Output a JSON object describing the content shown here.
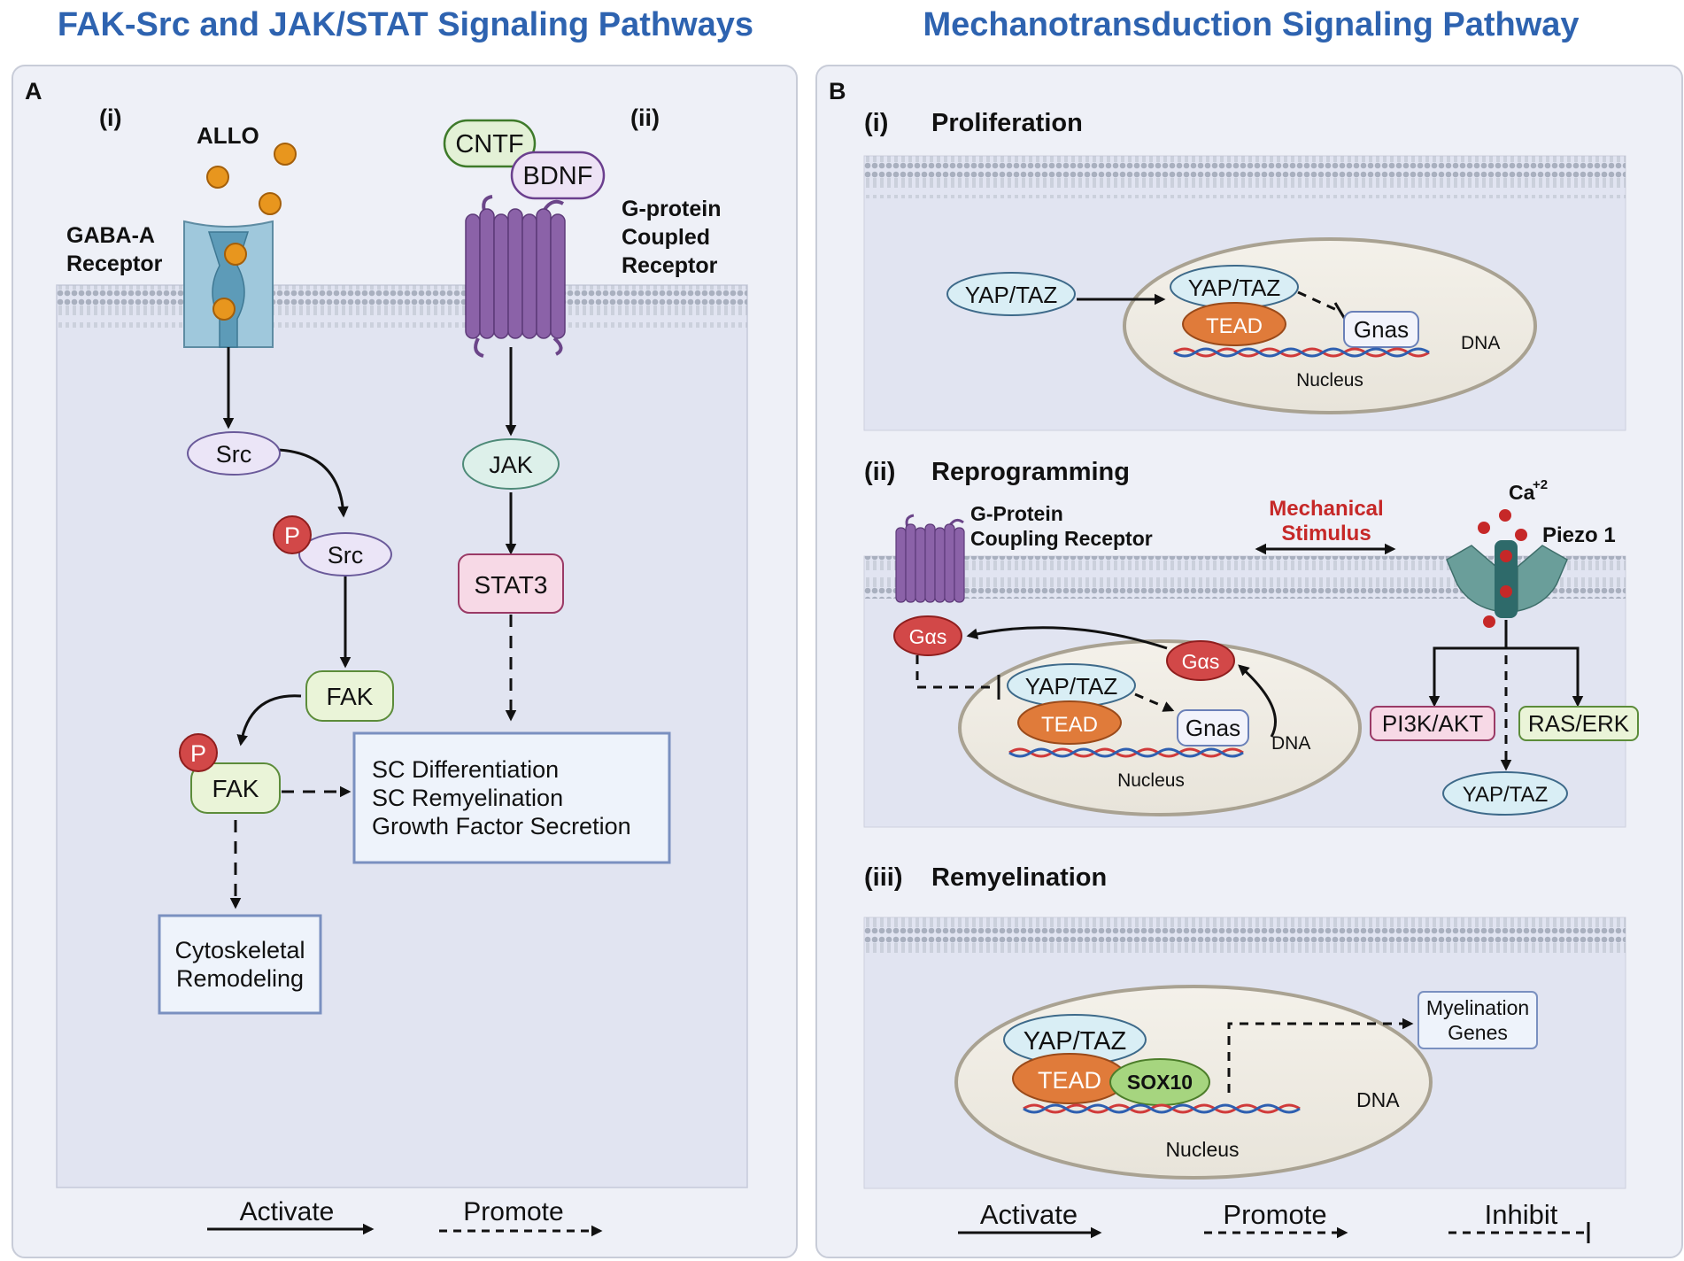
{
  "titles": {
    "left": "FAK-Src and JAK/STAT Signaling Pathways",
    "right": "Mechanotransduction Signaling Pathway"
  },
  "panel_a": {
    "letter": "A",
    "sub_i": "(i)",
    "sub_ii": "(ii)",
    "allo": "ALLO",
    "gaba_line1": "GABA-A",
    "gaba_line2": "Receptor",
    "cntf": "CNTF",
    "bdnf": "BDNF",
    "gpcr_line1": "G-protein",
    "gpcr_line2": "Coupled",
    "gpcr_line3": "Receptor",
    "src": "Src",
    "src_p": "Src",
    "p_mark": "P",
    "fak": "FAK",
    "fak_p": "FAK",
    "jak": "JAK",
    "stat3": "STAT3",
    "outcome_line1": "SC Differentiation",
    "outcome_line2": "SC Remyelination",
    "outcome_line3": "Growth Factor Secretion",
    "cyto_line1": "Cytoskeletal",
    "cyto_line2": "Remodeling"
  },
  "panel_b": {
    "letter": "B",
    "prolif": {
      "sub": "(i)",
      "title": "Proliferation",
      "yap_out": "YAP/TAZ",
      "yap_in": "YAP/TAZ",
      "tead": "TEAD",
      "gnas": "Gnas",
      "dna": "DNA",
      "nucleus": "Nucleus"
    },
    "reprog": {
      "sub": "(ii)",
      "title": "Reprogramming",
      "gpcr_line1": "G-Protein",
      "gpcr_line2": "Coupling Receptor",
      "mech_line1": "Mechanical",
      "mech_line2": "Stimulus",
      "ca": "Ca",
      "ca_sup": "+2",
      "piezo": "Piezo 1",
      "gas_left": "Gαs",
      "gas_right": "Gαs",
      "yap": "YAP/TAZ",
      "tead": "TEAD",
      "gnas": "Gnas",
      "dna": "DNA",
      "nucleus": "Nucleus",
      "pi3k": "PI3K/AKT",
      "ras": "RAS/ERK",
      "yap_out": "YAP/TAZ"
    },
    "remyel": {
      "sub": "(iii)",
      "title": "Remyelination",
      "yap": "YAP/TAZ",
      "tead": "TEAD",
      "sox10": "SOX10",
      "dna": "DNA",
      "nucleus": "Nucleus",
      "genes_line1": "Myelination",
      "genes_line2": "Genes"
    }
  },
  "legend": {
    "activate": "Activate",
    "promote": "Promote",
    "inhibit": "Inhibit"
  },
  "colors": {
    "title": "#2e63b0",
    "panel_bg": "#eef0f7",
    "cell_bg": "#e1e4f1",
    "membrane": "#b9bfcc",
    "receptor_purple": "#8b62a8",
    "gaba_blue": "#9fc8dc",
    "allo_orange": "#e8961e",
    "tead_orange": "#e07b3a",
    "gas_red": "#d24848",
    "sox10_green": "#a6d57f",
    "mech_red": "#c62828"
  }
}
